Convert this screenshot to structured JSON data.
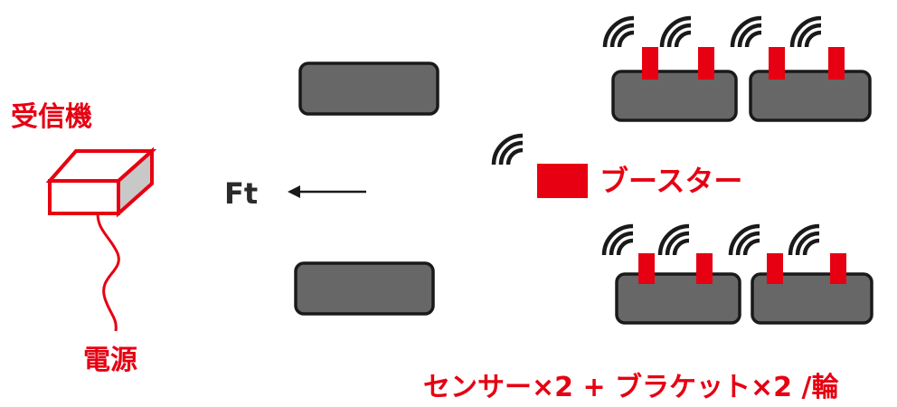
{
  "labels": {
    "receiver": "受信機",
    "power": "電源",
    "booster": "ブースター",
    "sensor_note": "センサー×2 + ブラケット×2 /輪",
    "front_tire": "Ft"
  },
  "colors": {
    "accent_red": "#e60012",
    "tire_fill": "#676767",
    "tire_stroke": "#1a1a1a",
    "receiver_side": "#c8c8c8"
  },
  "icons": {
    "signal": "wireless-signal-icon",
    "arrow": "direction-arrow-left-icon"
  }
}
